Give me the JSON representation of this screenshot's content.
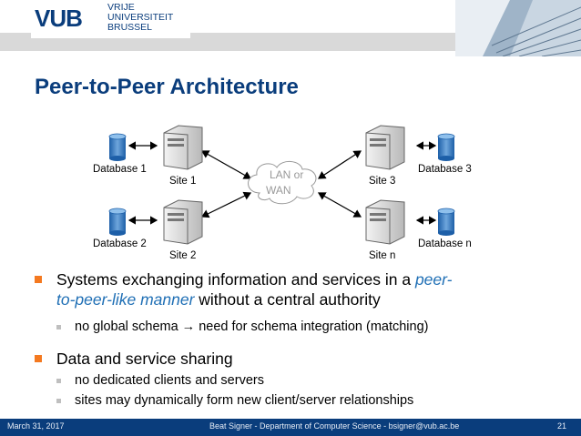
{
  "header": {
    "logo_mark": "VUB",
    "logo_lines": [
      "VRIJE",
      "UNIVERSITEIT",
      "BRUSSEL"
    ]
  },
  "slide": {
    "title": "Peer-to-Peer Architecture"
  },
  "diagram": {
    "network_label_line1": "LAN or",
    "network_label_line2": "WAN",
    "nodes": [
      {
        "site": "Site 1",
        "database": "Database 1"
      },
      {
        "site": "Site 2",
        "database": "Database 2"
      },
      {
        "site": "Site 3",
        "database": "Database 3"
      },
      {
        "site": "Site n",
        "database": "Database n"
      }
    ]
  },
  "bullets": {
    "b1_text_before": "Systems exchanging information and services in a ",
    "b1_emphasis_line1": "peer-",
    "b1_emphasis_line2": "to-peer-like manner",
    "b1_text_after": " without a central authority",
    "b1_sub1": "no global schema → need for schema integration (matching)",
    "b2_text": "Data and service sharing",
    "b2_sub1": "no dedicated clients and servers",
    "b2_sub2": "sites may dynamically form new client/server relationships"
  },
  "footer": {
    "date": "March 31, 2017",
    "center": "Beat Signer - Department of Computer Science - bsigner@vub.ac.be",
    "page": "21"
  },
  "colors": {
    "brand_blue": "#0a3d7c",
    "accent_orange": "#f47920",
    "emphasis_blue": "#1f6fb5"
  }
}
